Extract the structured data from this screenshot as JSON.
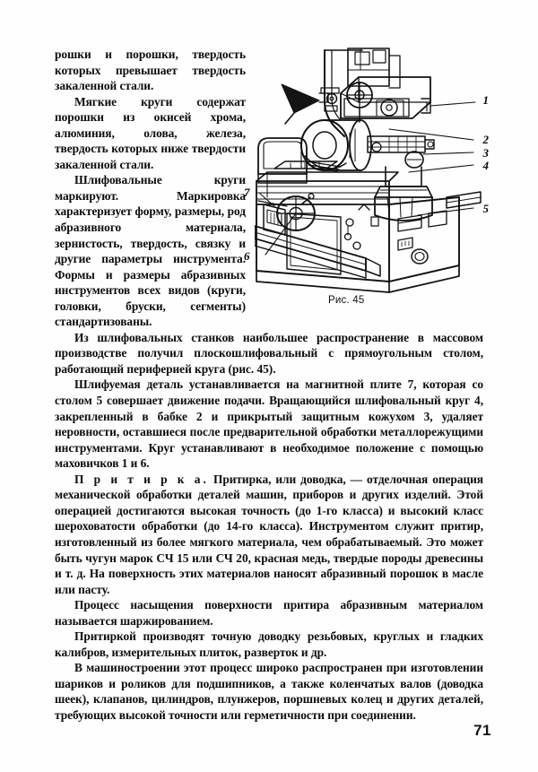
{
  "page": {
    "folio": "71",
    "language": "ru"
  },
  "figure": {
    "caption": "Рис. 45",
    "alt_name": "surface-grinding-machine",
    "callouts": [
      {
        "id": "1",
        "label": "1"
      },
      {
        "id": "2",
        "label": "2"
      },
      {
        "id": "3",
        "label": "3"
      },
      {
        "id": "4",
        "label": "4"
      },
      {
        "id": "5",
        "label": "5"
      },
      {
        "id": "6",
        "label": "6"
      },
      {
        "id": "7",
        "label": "7"
      }
    ]
  },
  "content": {
    "paragraphs": [
      {
        "id": "p1",
        "first": true,
        "text": "рошки и порошки, твердость которых превышает твердость закаленной стали."
      },
      {
        "id": "p2",
        "first": false,
        "text": "Мягкие круги содержат порошки из окисей хрома, алюминия, олова, железа, твердость которых ниже твердости закаленной стали."
      },
      {
        "id": "p3",
        "first": false,
        "text": "Шлифовальные круги маркируют. Маркировка характеризует форму, размеры, род абразивного материала, зернистость, твердость, связку и другие параметры инструмента. Формы и размеры абразивных инструментов всех видов (круги, головки, бруски, сегменты) стандартизованы."
      },
      {
        "id": "p4",
        "first": false,
        "text": "Из шлифовальных станков наибольшее распространение в массовом производстве получил плоскошлифовальный с прямоугольным столом, работающий периферией круга (рис. 45)."
      },
      {
        "id": "p5",
        "first": false,
        "text": "Шлифуемая деталь устанавливается на магнитной плите 7, которая со столом 5 совершает движение подачи. Вращающийся шлифовальный круг 4, закрепленный в бабке 2 и прикрытый защитным кожухом 3, удаляет неровности, оставшиеся после предварительной обработки металлорежущими инструментами. Круг устанавливают в необходимое положение с помощью маховичков 1 и 6."
      },
      {
        "id": "p6",
        "first": false,
        "lead": "П р и т и р к а.",
        "text": " Притирка, или доводка, — отделочная операция механической обработки деталей машин, приборов и других изделий. Этой операцией достигаются высокая точность (до 1-го класса) и высокий класс шероховатости обработки (до 14-го класса). Инструментом служит притир, изготовленный из более мягкого материала, чем обрабатываемый. Это может быть чугун марок СЧ 15 или СЧ 20, красная медь, твердые породы древесины и т. д. На поверхность этих материалов наносят абразивный порошок в масле или пасту."
      },
      {
        "id": "p7",
        "first": false,
        "text": "Процесс насыщения поверхности притира абразивным материалом называется шаржированием."
      },
      {
        "id": "p8",
        "first": false,
        "text": "Притиркой производят точную доводку резьбовых, круглых и гладких калибров, измерительных плиток, разверток и др."
      },
      {
        "id": "p9",
        "first": false,
        "text": "В машиностроении этот процесс широко распространен при изготовлении шариков и роликов для подшипников, а также коленчатых валов (доводка шеек), клапанов, цилиндров, плунжеров, поршневых колец и других деталей, требующих высокой точности или герметичности при соединении."
      }
    ]
  },
  "colors": {
    "ink": "#0d0d0d",
    "paper": "#fefefe"
  }
}
